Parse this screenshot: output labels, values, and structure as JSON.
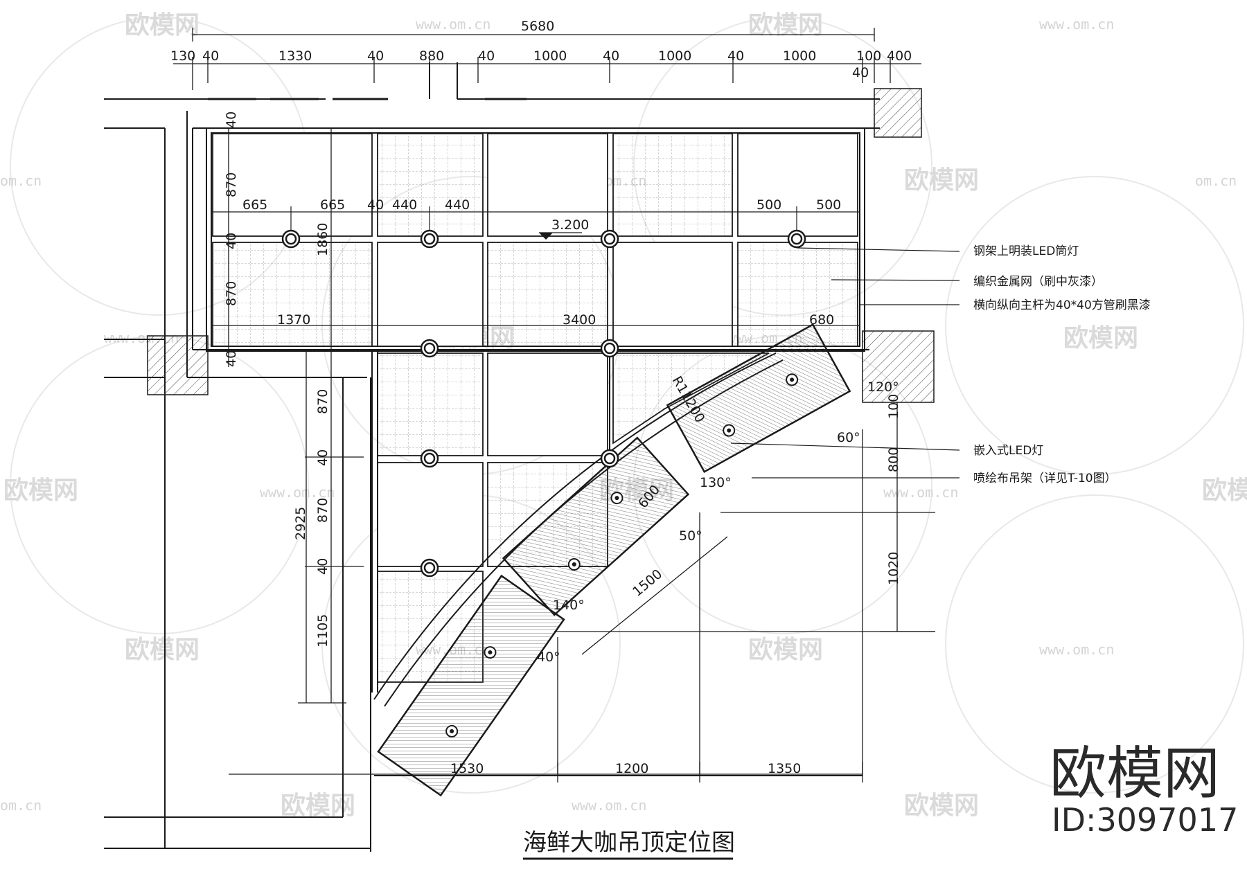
{
  "drawing": {
    "title": "海鲜大咖吊顶定位图",
    "overall_width": "5680",
    "top_dimensions": [
      "130",
      "40",
      "1330",
      "40",
      "880",
      "40",
      "1000",
      "40",
      "1000",
      "40",
      "1000",
      "100",
      "400"
    ],
    "top_sub_dimension": "40",
    "cell_dimensions": {
      "left_pair": [
        "665",
        "665"
      ],
      "mid_pair": [
        "40",
        "440",
        "440"
      ],
      "right_pair": [
        "500",
        "500"
      ],
      "row_spans": [
        "1370",
        "3400",
        "680"
      ],
      "bottom_spans": [
        "1530",
        "1200",
        "1350"
      ]
    },
    "vertical_dimensions": {
      "upper": [
        "40",
        "870",
        "40",
        "870",
        "40"
      ],
      "upper_total": "1860",
      "lower": [
        "870",
        "40",
        "870",
        "40"
      ],
      "lower_total": "2925",
      "lower_tail": "1105",
      "right": [
        "100",
        "800",
        "1020"
      ]
    },
    "level_mark": "3.200",
    "radius_label": "R11200",
    "angles": [
      "120°",
      "60°",
      "130°",
      "50°",
      "140°",
      "40°"
    ],
    "panel_dims": [
      "600",
      "1500"
    ],
    "annotations": [
      "钢架上明装LED筒灯",
      "编织金属网（刷中灰漆）",
      "横向纵向主杆为40*40方管刷黑漆",
      "嵌入式LED灯",
      "喷绘布吊架（详见T-10图）"
    ]
  },
  "watermark": {
    "brand_logo": "欧模网",
    "url": "www.om.cn",
    "url_short": "om.cn",
    "brand_large": "欧模网",
    "id_label": "ID:3097017"
  }
}
